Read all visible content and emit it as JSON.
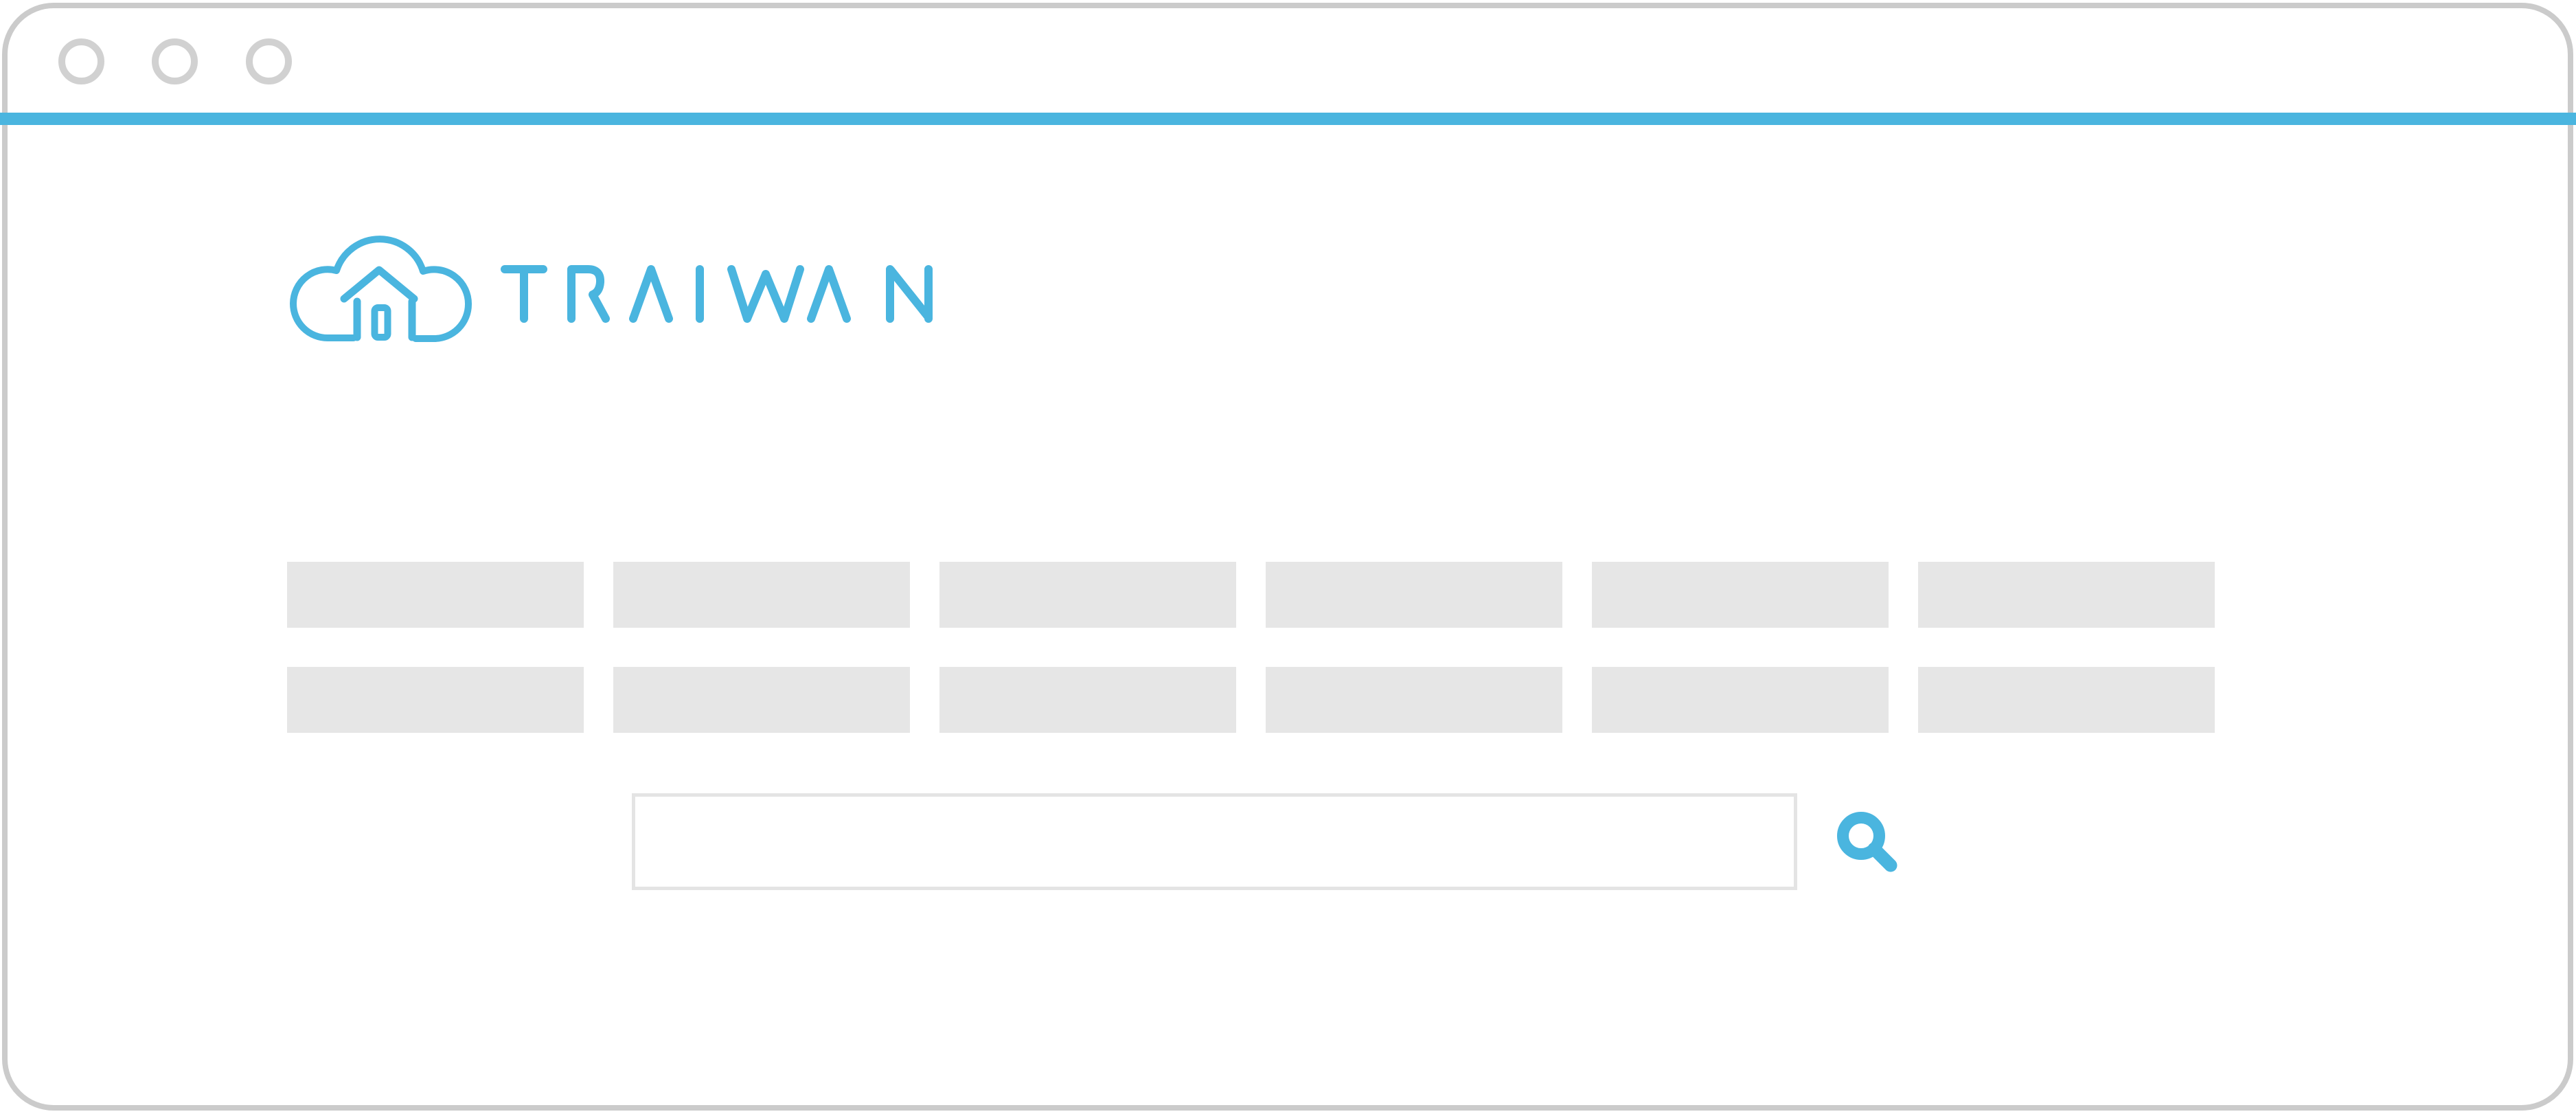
{
  "window": {
    "controls_count": 3
  },
  "brand": {
    "name": "TRAIWAN",
    "icon": "cloud-house-icon"
  },
  "placeholders": {
    "rows": 2,
    "per_row": 6
  },
  "search": {
    "value": "",
    "placeholder": ""
  },
  "colors": {
    "accent": "#4AB5DF",
    "frame_gray": "#CBCBCB",
    "window_dot_gray": "#D1D1D1",
    "placeholder_gray": "#E6E6E6",
    "input_border_gray": "#E4E4E4"
  }
}
